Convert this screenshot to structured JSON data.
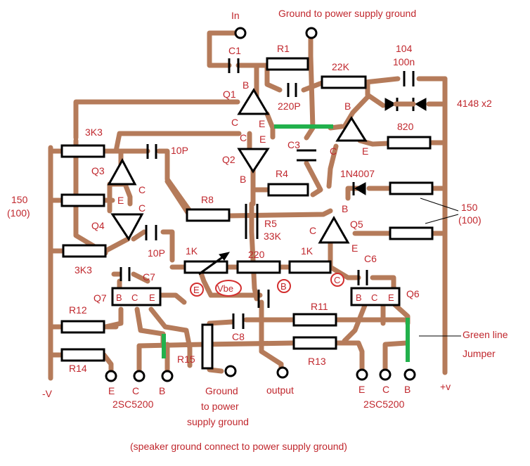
{
  "labels": {
    "in": "In",
    "ground_top": "Ground to power supply ground",
    "c1": "C1",
    "r1": "R1",
    "r_22k": "22K",
    "c_104": "104",
    "c_100n": "100n",
    "diodes_4148": "4148 x2",
    "q1": "Q1",
    "c_220p": "220P",
    "q1_b": "B",
    "q1_c": "C",
    "q1_e": "E",
    "q2_c": "C",
    "q2_e": "E",
    "q2": "Q2",
    "q2_b": "B",
    "q_top_b": "B",
    "q_top_c": "C",
    "q_top_e": "E",
    "r_820": "820",
    "c3": "C3",
    "r4": "R4",
    "d_1n4007": "1N4007",
    "r_3k3_top": "3K3",
    "c_10p_top": "10P",
    "q3": "Q3",
    "q3_c": "C",
    "q3_e": "E",
    "r_150_left": "150",
    "r_100_left": "(100)",
    "q4": "Q4",
    "q4_c": "C",
    "c_10p_bot": "10P",
    "r_3k3_bot": "3K3",
    "r8": "R8",
    "r5": "R5",
    "r_33k": "33K",
    "q5": "Q5",
    "q5_b": "B",
    "q5_c": "C",
    "q5_e": "E",
    "r_150_right": "150",
    "r_100_right": "(100)",
    "r_1k_left": "1K",
    "r_220": "220",
    "r_1k_right": "1K",
    "vbe": "Vbe",
    "circ_e": "E",
    "circ_b": "B",
    "circ_c": "C",
    "c7": "C7",
    "q7": "Q7",
    "q7_b": "B",
    "q7_c": "C",
    "q7_e": "E",
    "c6": "C6",
    "q6": "Q6",
    "q6_b": "B",
    "q6_c": "C",
    "q6_e": "E",
    "r12": "R12",
    "r11": "R11",
    "c8": "C8",
    "r14": "R14",
    "r15": "R15",
    "r13": "R13",
    "green_line": "Green line",
    "jumper": "Jumper",
    "neg_v": "-V",
    "pos_v": "+v",
    "t_left_e": "E",
    "t_left_c": "C",
    "t_left_b": "B",
    "part_left": "2SC5200",
    "t_right_e": "E",
    "t_right_c": "C",
    "t_right_b": "B",
    "part_right": "2SC5200",
    "ground_bot_1": "Ground",
    "ground_bot_2": "to power",
    "ground_bot_3": "supply ground",
    "output": "output",
    "footnote": "(speaker ground connect to power supply ground)"
  },
  "colors": {
    "wire": "#b57b5a",
    "jumper": "#22b14c",
    "text": "#c0272d"
  }
}
